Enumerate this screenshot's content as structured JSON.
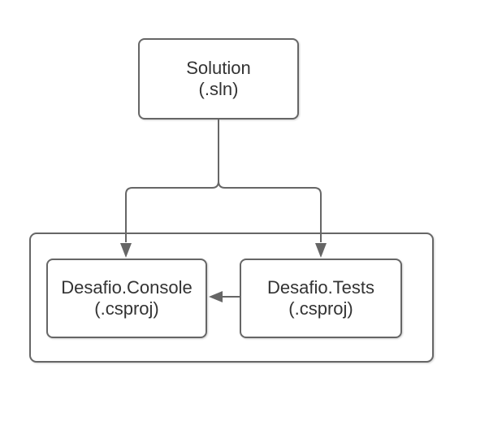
{
  "diagram": {
    "background": "#ffffff",
    "colors": {
      "stroke": "#666666",
      "text": "#333333",
      "node_fill": "#ffffff"
    },
    "nodes": {
      "solution": {
        "name": "Solution",
        "type": "(.sln)"
      },
      "console": {
        "name": "Desafio.Console",
        "type": "(.csproj)"
      },
      "tests": {
        "name": "Desafio.Tests",
        "type": "(.csproj)"
      }
    },
    "edges": [
      {
        "from": "Solution (.sln)",
        "to": "Desafio.Console (.csproj)",
        "kind": "directed-arrow"
      },
      {
        "from": "Solution (.sln)",
        "to": "Desafio.Tests (.csproj)",
        "kind": "directed-arrow"
      },
      {
        "from": "Desafio.Tests (.csproj)",
        "to": "Desafio.Console (.csproj)",
        "kind": "directed-arrow"
      }
    ]
  }
}
